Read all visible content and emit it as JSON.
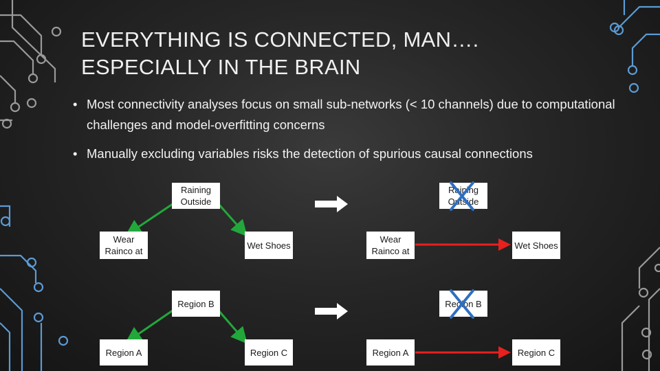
{
  "slide": {
    "title_line1": "EVERYTHING IS CONNECTED, MAN….",
    "title_line2": "ESPECIALLY IN THE BRAIN",
    "bullets": [
      "Most connectivity analyses focus on small sub-networks (< 10 channels) due to computational challenges and model-overfitting concerns",
      "Manually excluding variables risks the detection of spurious causal connections"
    ],
    "bullet_glyph": "•"
  },
  "diagram": {
    "left_top": {
      "hub": "Raining Outside",
      "left": "Wear Rainco at",
      "right": "Wet Shoes"
    },
    "right_top": {
      "hub": "Raining Outside",
      "left": "Wear Rainco at",
      "right": "Wet Shoes"
    },
    "left_bottom": {
      "hub": "Region B",
      "left": "Region A",
      "right": "Region C"
    },
    "right_bottom": {
      "hub": "Region B",
      "left": "Region A",
      "right": "Region C"
    },
    "colors": {
      "true_edge": "#22a83a",
      "spurious_edge": "#e8201e",
      "excluded_mark": "#2f6fc0",
      "transform_arrow": "#ffffff"
    }
  }
}
